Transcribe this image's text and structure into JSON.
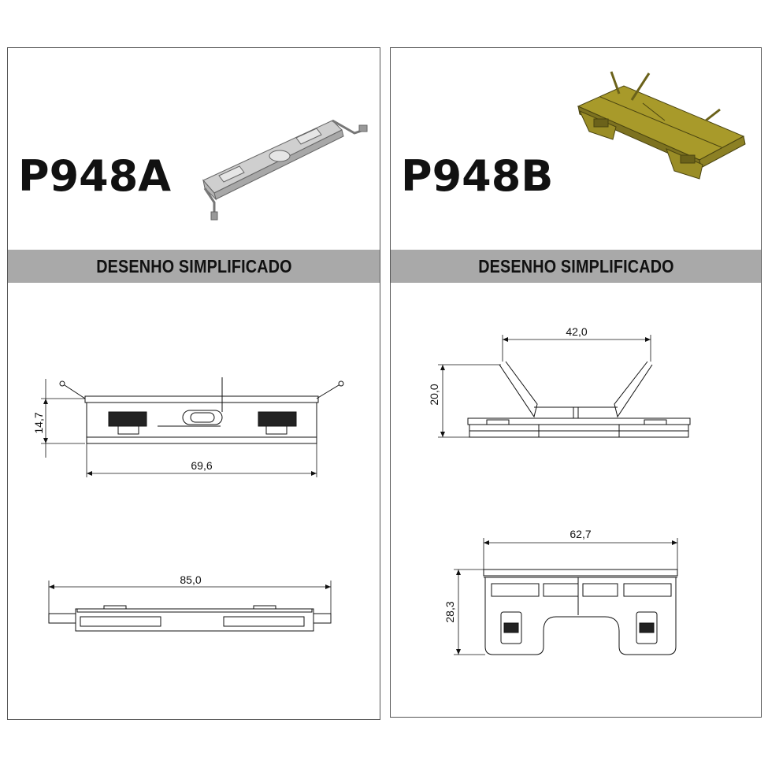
{
  "panels": [
    {
      "code": "P948A",
      "section_title": "DESENHO SIMPLIFICADO",
      "dimensions": {
        "height": "14,7",
        "width": "69,6",
        "length": "85,0"
      },
      "render_color": "#c8c8c8"
    },
    {
      "code": "P948B",
      "section_title": "DESENHO SIMPLIFICADO",
      "dimensions": {
        "arm_spread": "42,0",
        "height": "20,0",
        "width": "62,7",
        "depth": "28,3"
      },
      "render_color": "#a89a2a"
    }
  ],
  "colors": {
    "band": "#a9a9a9",
    "line": "#111111",
    "border": "#555555"
  }
}
